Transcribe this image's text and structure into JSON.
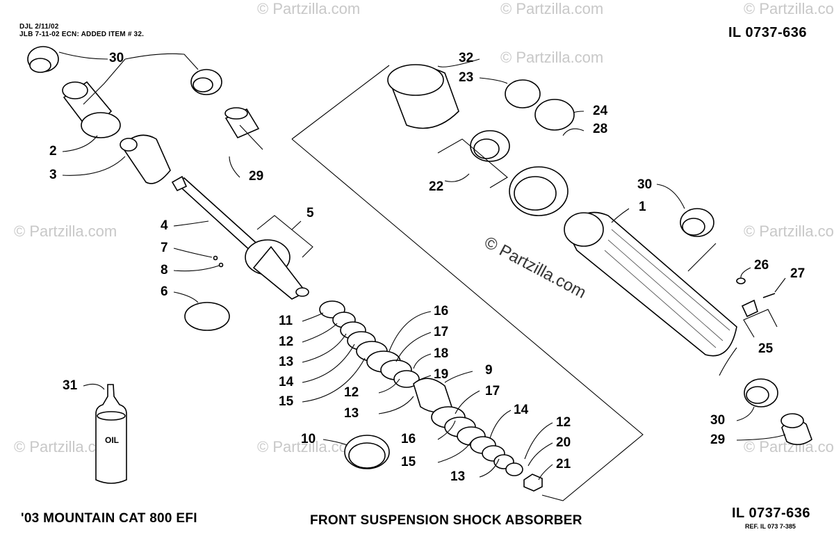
{
  "header": {
    "line1": "DJL 2/11/02",
    "line2": "JLB 7-11-02 ECN: ADDED ITEM # 32.",
    "ref_top": "IL 0737-636"
  },
  "footer": {
    "model": "'03 MOUNTAIN CAT  800 EFI",
    "section_title": "FRONT SUSPENSION SHOCK ABSORBER",
    "ref_bottom": "IL 0737-636",
    "ref_small": "REF. IL 073 7-385"
  },
  "watermark": {
    "text": "© Partzilla.com",
    "center_text": "© Partzilla.com"
  },
  "oil_label": "OIL",
  "callouts": {
    "c30a": "30",
    "c2": "2",
    "c3": "3",
    "c29a": "29",
    "c4": "4",
    "c5": "5",
    "c7": "7",
    "c8": "8",
    "c6": "6",
    "c32": "32",
    "c23": "23",
    "c24": "24",
    "c28": "28",
    "c22": "22",
    "c30b": "30",
    "c1": "1",
    "c26": "26",
    "c27": "27",
    "c25": "25",
    "c30c": "30",
    "c29b": "29",
    "c16a": "16",
    "c17a": "17",
    "c18": "18",
    "c19": "19",
    "c11": "11",
    "c12a": "12",
    "c13a": "13",
    "c14a": "14",
    "c15a": "15",
    "c12b": "12",
    "c13b": "13",
    "c9": "9",
    "c17b": "17",
    "c14b": "14",
    "c12c": "12",
    "c20": "20",
    "c21": "21",
    "c10": "10",
    "c16b": "16",
    "c15b": "15",
    "c13c": "13",
    "c31": "31"
  }
}
